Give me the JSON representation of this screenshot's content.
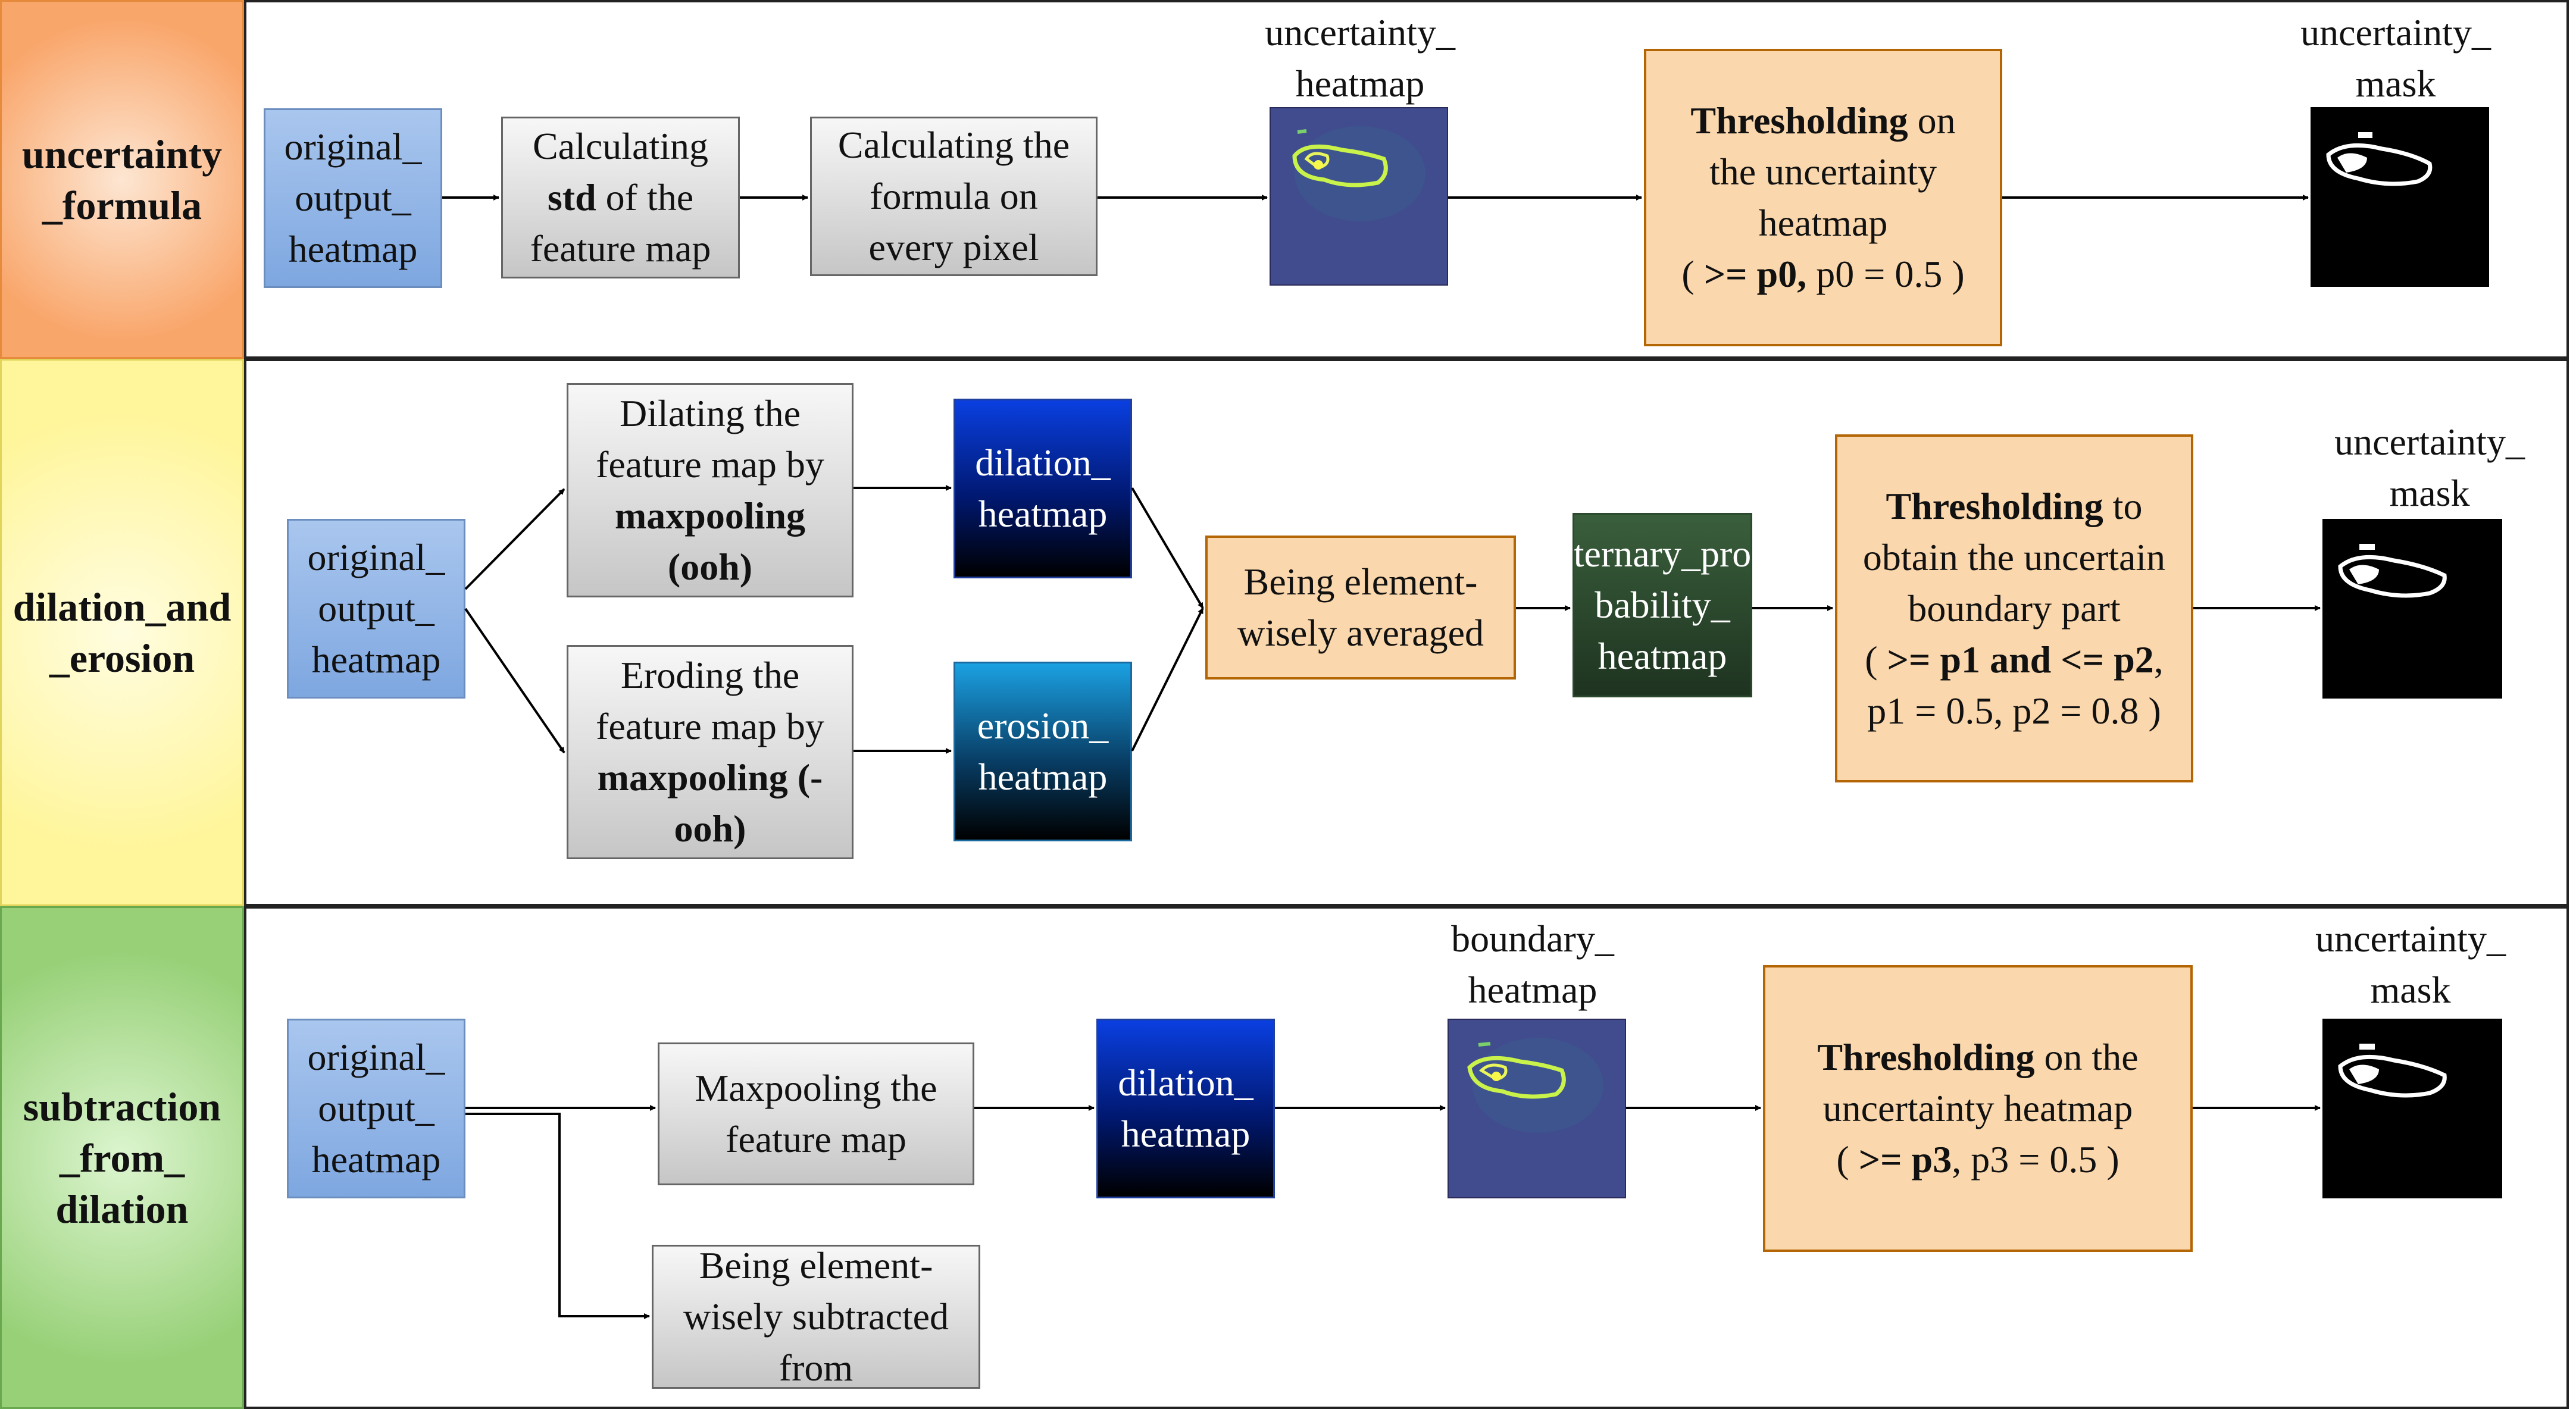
{
  "rows": {
    "r1": {
      "label": "uncertainty\n_formula",
      "input": "original_\noutput_\nheatmap",
      "std_pre": "Calculating\n",
      "std_bold": "std",
      "std_post": " of the\nfeature map",
      "formula": "Calculating the\nformula on\nevery pixel",
      "heat_cap": "uncertainty_\nheatmap",
      "thr_bold": "Thresholding",
      "thr_mid": " on\nthe uncertainty\nheatmap\n( ",
      "thr_b2": ">= p0,",
      "thr_end": " p0 = 0.5 )",
      "mask_cap": "uncertainty_\nmask"
    },
    "r2": {
      "label": "dilation_and\n_erosion",
      "input": "original_\noutput_\nheatmap",
      "dil_pre": "Dilating the\nfeature map  by\n",
      "dil_bold": "maxpooling\n(ooh)",
      "ero_pre": "Eroding the\nfeature map  by\n",
      "ero_bold": "maxpooling (-\nooh)",
      "dil_heat": "dilation_\nheatmap",
      "ero_heat": "erosion_\nheatmap",
      "avg": "Being element-\nwisely averaged",
      "ternary": "ternary_pro\nbability_\nheatmap",
      "thr_bold": "Thresholding",
      "thr_mid": " to\nobtain the uncertain\nboundary part\n( ",
      "thr_b2": ">= p1 and <= p2",
      "thr_end": ",\np1 = 0.5, p2 = 0.8 )",
      "mask_cap": "uncertainty_\nmask"
    },
    "r3": {
      "label": "subtraction\n_from_\ndilation",
      "input": "original_\noutput_\nheatmap",
      "maxpool": "Maxpooling the\nfeature map",
      "dil_heat": "dilation_\nheatmap",
      "sub": "Being element-\nwisely subtracted\nfrom",
      "heat_cap": "boundary_\nheatmap",
      "thr_bold": "Thresholding",
      "thr_mid": " on the\nuncertainty heatmap\n( ",
      "thr_b2": ">= p3",
      "thr_end": ", p3 = 0.5 )",
      "mask_cap": "uncertainty_\nmask"
    }
  },
  "colors": {
    "row1_label": "#f9a66b",
    "row2_label": "#fff59a",
    "row3_label": "#97d077",
    "threshold_fill": "#fad7ac",
    "input_fill": "#a9c6ee"
  }
}
